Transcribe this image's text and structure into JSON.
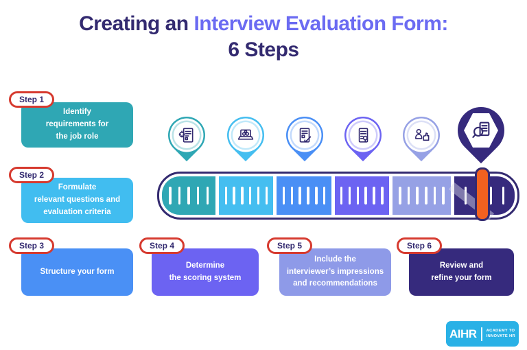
{
  "title": {
    "line1_prefix": "Creating an ",
    "line1_highlight": "Interview Evaluation Form:",
    "line2": "6 Steps"
  },
  "colors": {
    "title_dark": "#332a70",
    "title_accent": "#6b6bf2",
    "badge_border": "#d63a2f",
    "handle_orange": "#f2611f",
    "logo_bg": "#29b1e6"
  },
  "steps": [
    {
      "badge": "Step 1",
      "label": "Identify\nrequirements for\nthe job role",
      "color": "#2fa7b4"
    },
    {
      "badge": "Step 2",
      "label": "Formulate\nrelevant questions and\nevaluation criteria",
      "color": "#41bdf0"
    },
    {
      "badge": "Step 3",
      "label": "Structure your form",
      "color": "#4a90f5"
    },
    {
      "badge": "Step 4",
      "label": "Determine\nthe scoring system",
      "color": "#6c63f2"
    },
    {
      "badge": "Step 5",
      "label": "Include the\ninterviewer’s impressions\nand recommendations",
      "color": "#8e9ae8"
    },
    {
      "badge": "Step 6",
      "label": "Review and\nrefine your form",
      "color": "#362a7d"
    }
  ],
  "timeline": {
    "pins": [
      {
        "icon": "job-requirements-icon",
        "color": "#2fa7b4"
      },
      {
        "icon": "questions-icon",
        "color": "#45bef0"
      },
      {
        "icon": "form-structure-icon",
        "color": "#4a8ff5"
      },
      {
        "icon": "scoring-icon",
        "color": "#6c63f2"
      },
      {
        "icon": "impressions-icon",
        "color": "#96a1e5"
      },
      {
        "icon": "review-icon",
        "color": "#362a7d"
      }
    ],
    "slider": {
      "segments": [
        {
          "color": "#2fa7b4",
          "ticks": 5
        },
        {
          "color": "#45bef0",
          "ticks": 6
        },
        {
          "color": "#4a8ff5",
          "ticks": 6
        },
        {
          "color": "#6c63f2",
          "ticks": 6
        },
        {
          "color": "#96a1e5",
          "ticks": 6
        },
        {
          "color": "#362a7d",
          "ticks": 4
        }
      ],
      "handle_color": "#f2611f"
    }
  },
  "logo": {
    "brand": "AIHR",
    "tagline_line1": "ACADEMY TO",
    "tagline_line2": "INNOVATE HR"
  }
}
